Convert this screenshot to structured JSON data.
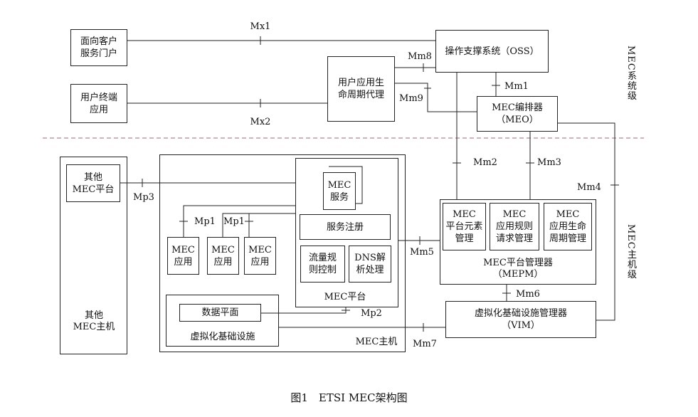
{
  "boxes": {
    "customer_portal": "面向客户\n服务门户",
    "user_terminal_app": "用户终端\n应用",
    "lcm_proxy": "用户应用生\n命周期代理",
    "oss": "操作支撑系统（OSS）",
    "meo": "MEC编排器\n（MEO）",
    "other_platform": "其他\nMEC平台",
    "other_host": "其他\nMEC主机",
    "mec_app_1": "MEC\n应用",
    "mec_app_2": "MEC\n应用",
    "mec_app_3": "MEC\n应用",
    "mec_service": "MEC\n服务",
    "service_registry": "服务注册",
    "traffic_rules": "流量规\n则控制",
    "dns_handling": "DNS解\n析处理",
    "data_plane": "数据平面",
    "platform_element_mgmt": "MEC\n平台元素\n管理",
    "app_rules_mgmt": "MEC\n应用规则\n请求管理",
    "app_lcm": "MEC\n应用生命\n周期管理",
    "mepm": "MEC平台管理器\n（MEPM）",
    "vim": "虚拟化基础设施管理器\n（VIM）"
  },
  "region_labels": {
    "virtualization_infra": "虚拟化基础设施",
    "mec_host": "MEC主机",
    "mec_platform": "MEC平台"
  },
  "level_labels": {
    "system_level": "MEC系统级",
    "host_level": "MEC主机级"
  },
  "refpoints": {
    "mx1": "Mx1",
    "mx2": "Mx2",
    "mm8": "Mm8",
    "mm9": "Mm9",
    "mm1": "Mm1",
    "mm2": "Mm2",
    "mm3": "Mm3",
    "mm4": "Mm4",
    "mm5": "Mm5",
    "mm6": "Mm6",
    "mm7": "Mm7",
    "mp1_a": "Mp1",
    "mp1_b": "Mp1",
    "mp2": "Mp2",
    "mp3": "Mp3"
  },
  "caption": "图1　ETSI MEC架构图"
}
